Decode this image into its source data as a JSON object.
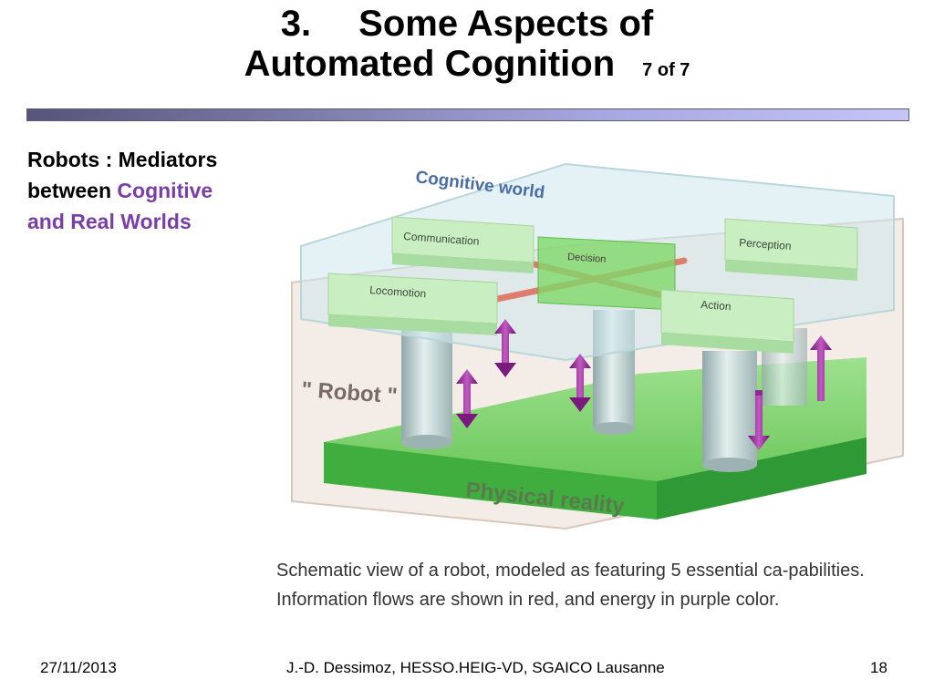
{
  "title": {
    "number": "3.",
    "line1": "Some Aspects of",
    "line2": "Automated Cognition",
    "page_of": "7 of 7"
  },
  "side": {
    "line1": "Robots : Mediators",
    "line2_prefix": "between",
    "line2_highlight": "Cognitive",
    "line3_highlight": "and Real Worlds",
    "highlight_color": "#7a3ea8"
  },
  "diagram": {
    "cognitive_world": "Cognitive world",
    "robot": "\" Robot \"",
    "physical_reality": "Physical reality",
    "boxes": {
      "communication": "Communication",
      "decision": "Decision",
      "perception": "Perception",
      "locomotion": "Locomotion",
      "action": "Action"
    },
    "colors": {
      "information_flow": "#e06a58",
      "energy": "#9a2f98",
      "physical_green": "#3fae3f",
      "box_green": "#c9eec2"
    }
  },
  "caption": "Schematic view of a robot, modeled as featuring 5 essential ca-pabilities. Information flows are shown in red, and energy in purple color.",
  "footer": {
    "date": "27/11/2013",
    "author": "J.-D. Dessimoz, HESSO.HEIG-VD, SGAICO Lausanne",
    "page": "18"
  }
}
